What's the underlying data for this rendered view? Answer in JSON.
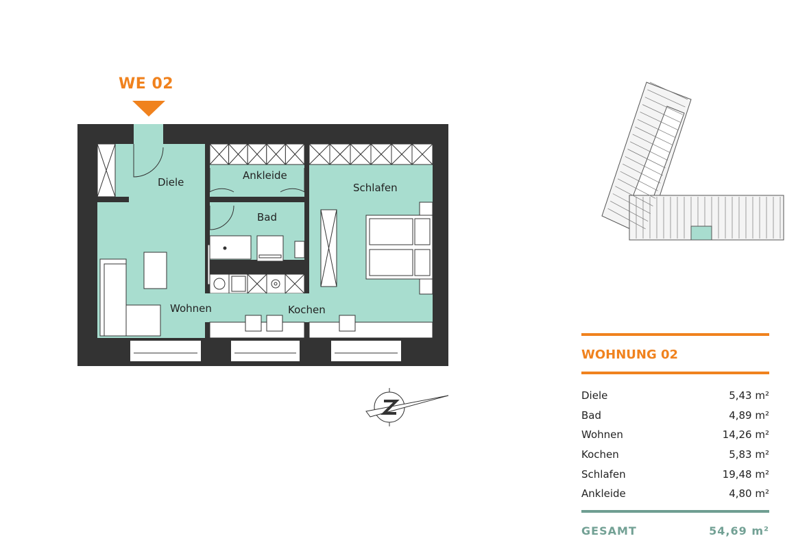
{
  "unit_marker": {
    "label": "WE 02",
    "color": "#f0821e"
  },
  "floor_plan": {
    "rooms": [
      "Diele",
      "Ankleide",
      "Bad",
      "Schlafen",
      "Wohnen",
      "Kochen"
    ],
    "colors": {
      "room": "#a8ddcf",
      "wall": "#333333",
      "furniture": "#ffffff"
    }
  },
  "compass": {
    "icon": "north-arrow-icon",
    "letter": "N"
  },
  "site_plan": {
    "icon": "building-site-plan"
  },
  "area_table": {
    "title": "WOHNUNG 02",
    "rows": [
      {
        "room": "Diele",
        "area": "5,43 m²"
      },
      {
        "room": "Bad",
        "area": "4,89 m²"
      },
      {
        "room": "Wohnen",
        "area": "14,26 m²"
      },
      {
        "room": "Kochen",
        "area": "5,83 m²"
      },
      {
        "room": "Schlafen",
        "area": "19,48 m²"
      },
      {
        "room": "Ankleide",
        "area": "4,80 m²"
      }
    ],
    "total_label": "GESAMT",
    "total_value": "54,69 m²"
  }
}
